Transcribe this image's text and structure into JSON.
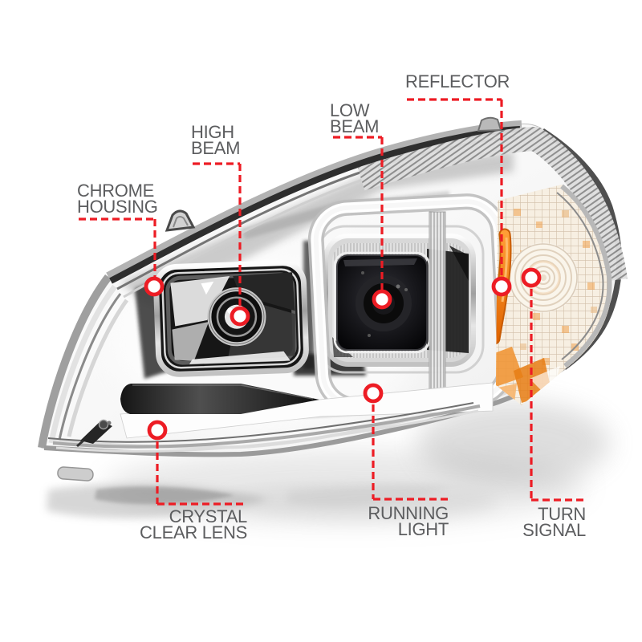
{
  "title": "Headlight parts callout diagram",
  "colors": {
    "callout_red": "#ED1C24",
    "label_gray": "#5C5D5F",
    "amber_reflector": "#E8750F",
    "background": "#FFFFFF"
  },
  "labels": {
    "chrome_housing": {
      "line1": "CHROME",
      "line2": "HOUSING"
    },
    "high_beam": {
      "line1": "HIGH",
      "line2": "BEAM"
    },
    "low_beam": {
      "line1": "LOW",
      "line2": "BEAM"
    },
    "reflector": {
      "line1": "REFLECTOR"
    },
    "crystal_clear_lens": {
      "line1": "CRYSTAL",
      "line2": "CLEAR LENS"
    },
    "running_light": {
      "line1": "RUNNING",
      "line2": "LIGHT"
    },
    "turn_signal": {
      "line1": "TURN",
      "line2": "SIGNAL"
    }
  }
}
